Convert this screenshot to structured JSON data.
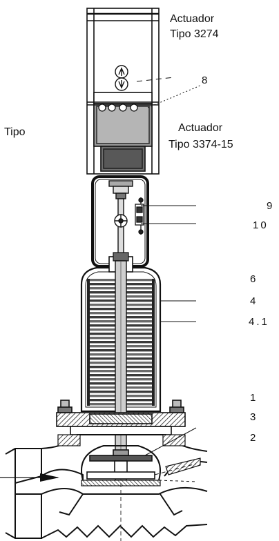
{
  "labels": {
    "actuator_3274_line1": "Actuador",
    "actuator_3274_line2": "Tipo 3274",
    "actuator_3374_line1": "Actuador",
    "actuator_3374_line2": "Tipo 3374-15",
    "tipo_left": "Tipo",
    "callout_8": "8",
    "callout_9": "9",
    "callout_10": "10",
    "callout_6": "6",
    "callout_4": "4",
    "callout_4_1": "4.1",
    "callout_1": "1",
    "callout_3": "3",
    "callout_2": "2"
  },
  "colors": {
    "line": "#111111",
    "shade_dark": "#3a3a3a",
    "shade_mid": "#8a8a8a",
    "shade_light": "#c8c8c8",
    "background": "#ffffff"
  }
}
